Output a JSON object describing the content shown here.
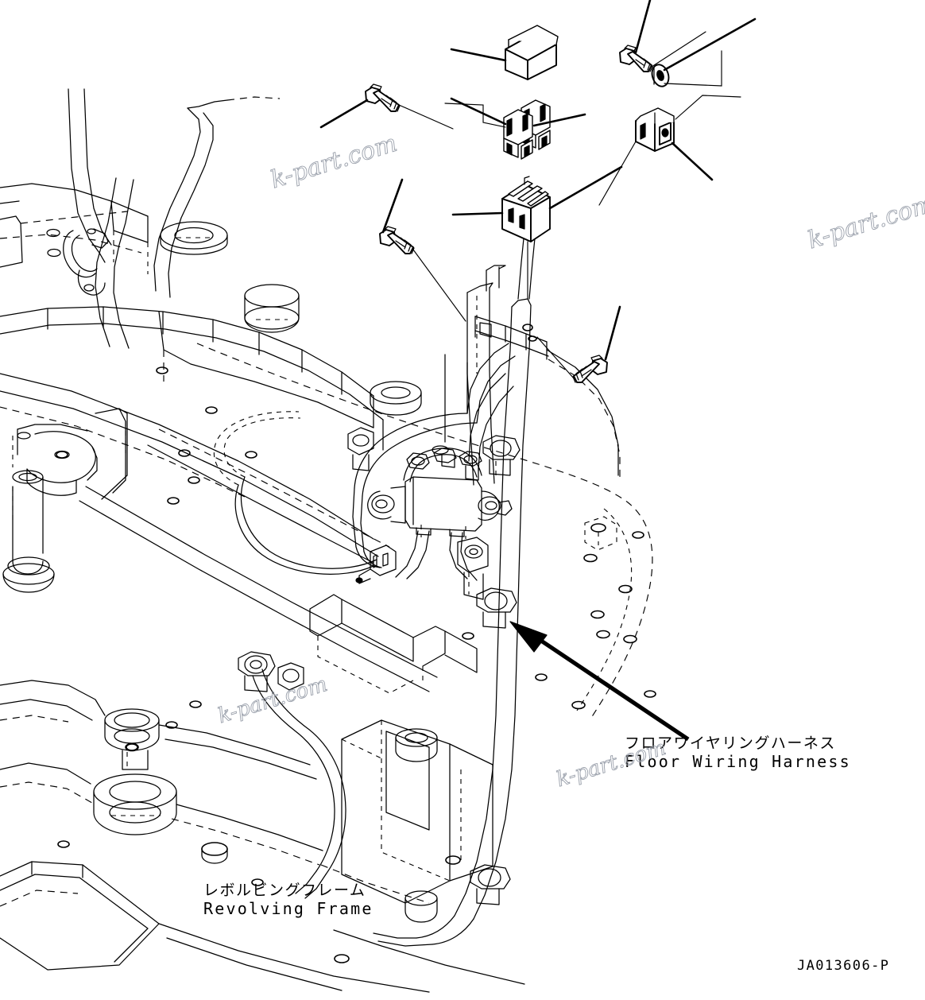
{
  "sheet": {
    "drawing_number": "JA013606-P",
    "background_color": "#ffffff",
    "line_color": "#000000",
    "watermark_color": "#9aa0ab"
  },
  "labels": {
    "floor_wiring_harness": {
      "jp": "フロアワイヤリングハーネス",
      "en": "Floor Wiring Harness"
    },
    "revolving_frame": {
      "jp": "レボルビングフレーム",
      "en": "Revolving Frame"
    }
  },
  "watermarks": [
    {
      "text": "k-part.com"
    },
    {
      "text": "k-part.com"
    },
    {
      "text": "k-part.com"
    },
    {
      "text": "k-part.com"
    }
  ],
  "parts": [
    {
      "name": "relay-box",
      "type": "rectangular-relay-block"
    },
    {
      "name": "twin-relay-connectors",
      "type": "paired-connector-blocks"
    },
    {
      "name": "ribbed-connector-block",
      "type": "multi-pin-connector"
    },
    {
      "name": "mounting-bracket",
      "type": "l-shaped-slotted-bracket"
    },
    {
      "name": "hex-bolt-upper-left",
      "type": "hex-head-bolt"
    },
    {
      "name": "hex-bolt-mid-left",
      "type": "hex-head-bolt"
    },
    {
      "name": "hex-bolt-upper-right",
      "type": "hex-head-bolt"
    },
    {
      "name": "hex-bolt-right",
      "type": "hex-head-bolt"
    },
    {
      "name": "flat-washer",
      "type": "flat-washer"
    }
  ]
}
